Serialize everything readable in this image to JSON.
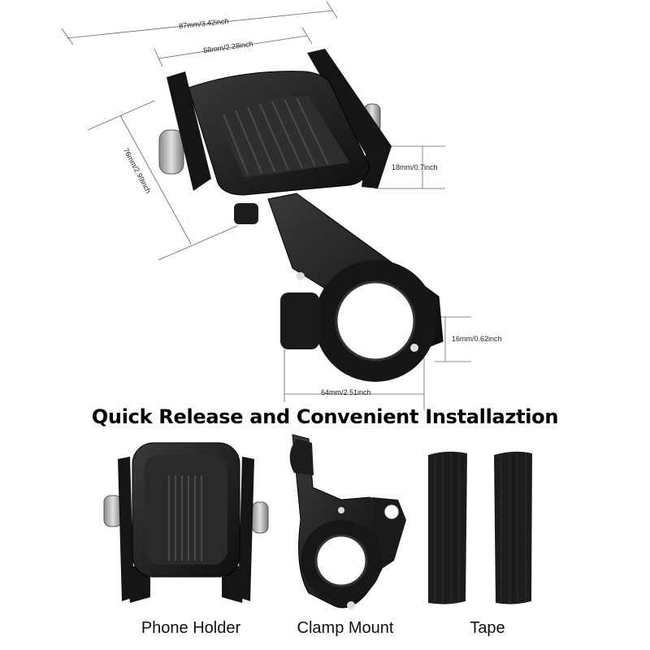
{
  "dimensions": {
    "overall_width": "87mm/3.42inch",
    "holder_width": "58mm/2.28inch",
    "holder_height": "76mm/2.99inch",
    "arm_depth": "18mm/0.7inch",
    "clamp_gap": "16mm/0.62inch",
    "clamp_width": "64mm/2.51inch"
  },
  "headline": "Quick Release and Convenient Installaztion",
  "components": [
    {
      "label": "Phone Holder",
      "icon": "phone-holder-icon"
    },
    {
      "label": "Clamp Mount",
      "icon": "clamp-mount-icon"
    },
    {
      "label": "Tape",
      "icon": "tape-strip-icon"
    }
  ],
  "colors": {
    "product": "#1a1a1a",
    "background": "#ffffff",
    "dimension_line": "#555555"
  }
}
